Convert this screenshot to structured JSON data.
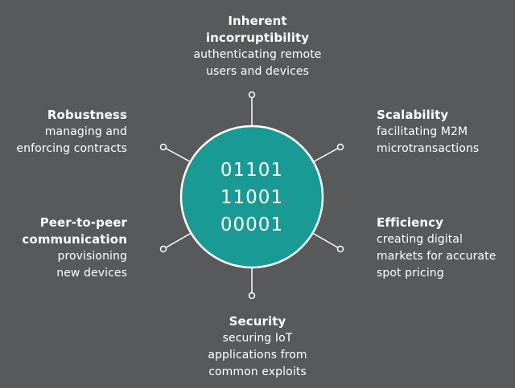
{
  "colors": {
    "background": "#58595b",
    "circle": "#1a9a95",
    "circle_border": "#ffffff",
    "spoke": "#ffffff",
    "text": "#ffffff"
  },
  "core": {
    "lines": [
      "01101",
      "11001",
      "00001"
    ]
  },
  "labels": {
    "top": {
      "title_lines": [
        "Inherent",
        "incorruptibility"
      ],
      "desc_lines": [
        "authenticating remote",
        "users and devices"
      ]
    },
    "top_left": {
      "title_lines": [
        "Robustness"
      ],
      "desc_lines": [
        "managing and",
        "enforcing contracts"
      ]
    },
    "top_right": {
      "title_lines": [
        "Scalability"
      ],
      "desc_lines": [
        "facilitating M2M",
        "microtransactions"
      ]
    },
    "bottom_left": {
      "title_lines": [
        "Peer-to-peer",
        "communication"
      ],
      "desc_lines": [
        "provisioning",
        "new devices"
      ]
    },
    "bottom_right": {
      "title_lines": [
        "Efficiency"
      ],
      "desc_lines": [
        "creating digital",
        "markets for accurate",
        "spot pricing"
      ]
    },
    "bottom": {
      "title_lines": [
        "Security"
      ],
      "desc_lines": [
        "securing IoT",
        "applications from",
        "common exploits"
      ]
    }
  }
}
